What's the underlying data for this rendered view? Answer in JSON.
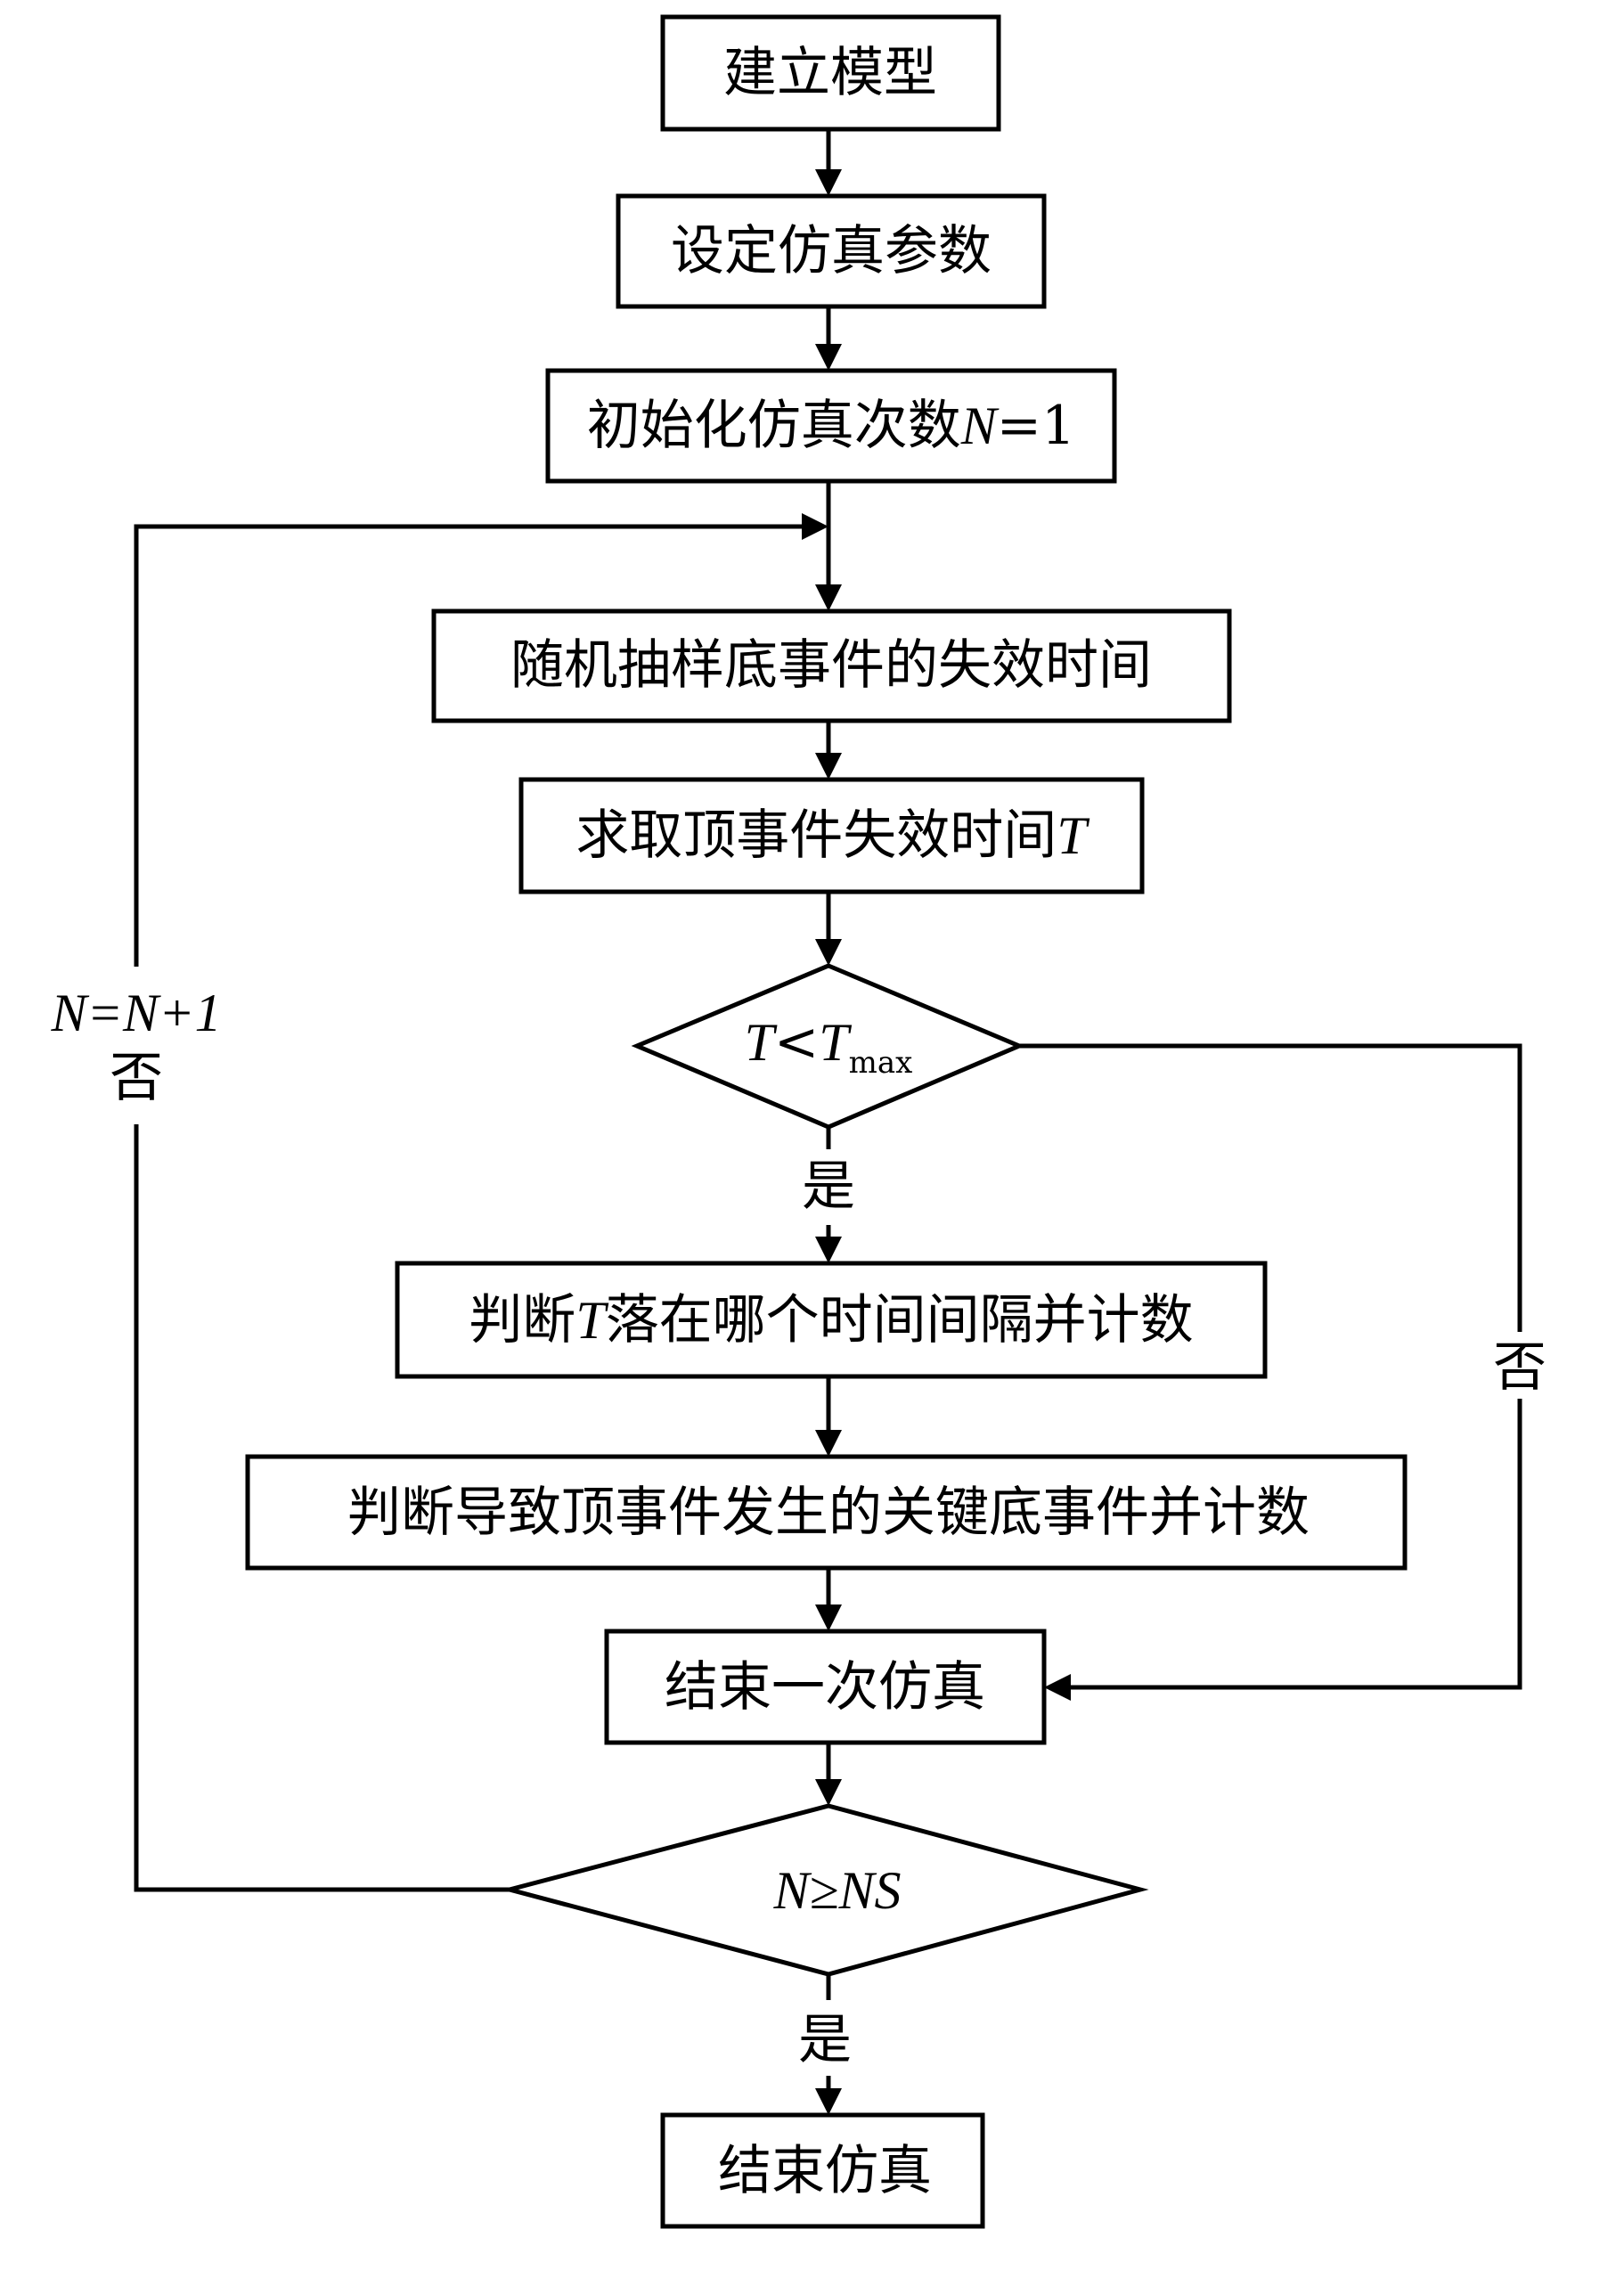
{
  "nodes": {
    "build_model": "建立模型",
    "set_params": "设定仿真参数",
    "init_count": "初始化仿真次数",
    "init_count_var": "N",
    "init_count_eq": "=1",
    "sample_times": "随机抽样底事件的失效时间",
    "top_time": "求取顶事件失效时间",
    "top_time_var": "T",
    "cond1_T": "T",
    "cond1_lt": "<",
    "cond1_Tmax": "T",
    "cond1_sub": "max",
    "interval_pre": "判断",
    "interval_var": "T",
    "interval_post": "落在哪个时间间隔并计数",
    "key_events": "判断导致顶事件发生的关键底事件并计数",
    "end_one": "结束一次仿真",
    "cond2": "N≥NS",
    "end_sim": "结束仿真"
  },
  "labels": {
    "yes1": "是",
    "no1": "否",
    "yes2": "是",
    "loop_increment": "N=N+1",
    "no2": "否"
  }
}
